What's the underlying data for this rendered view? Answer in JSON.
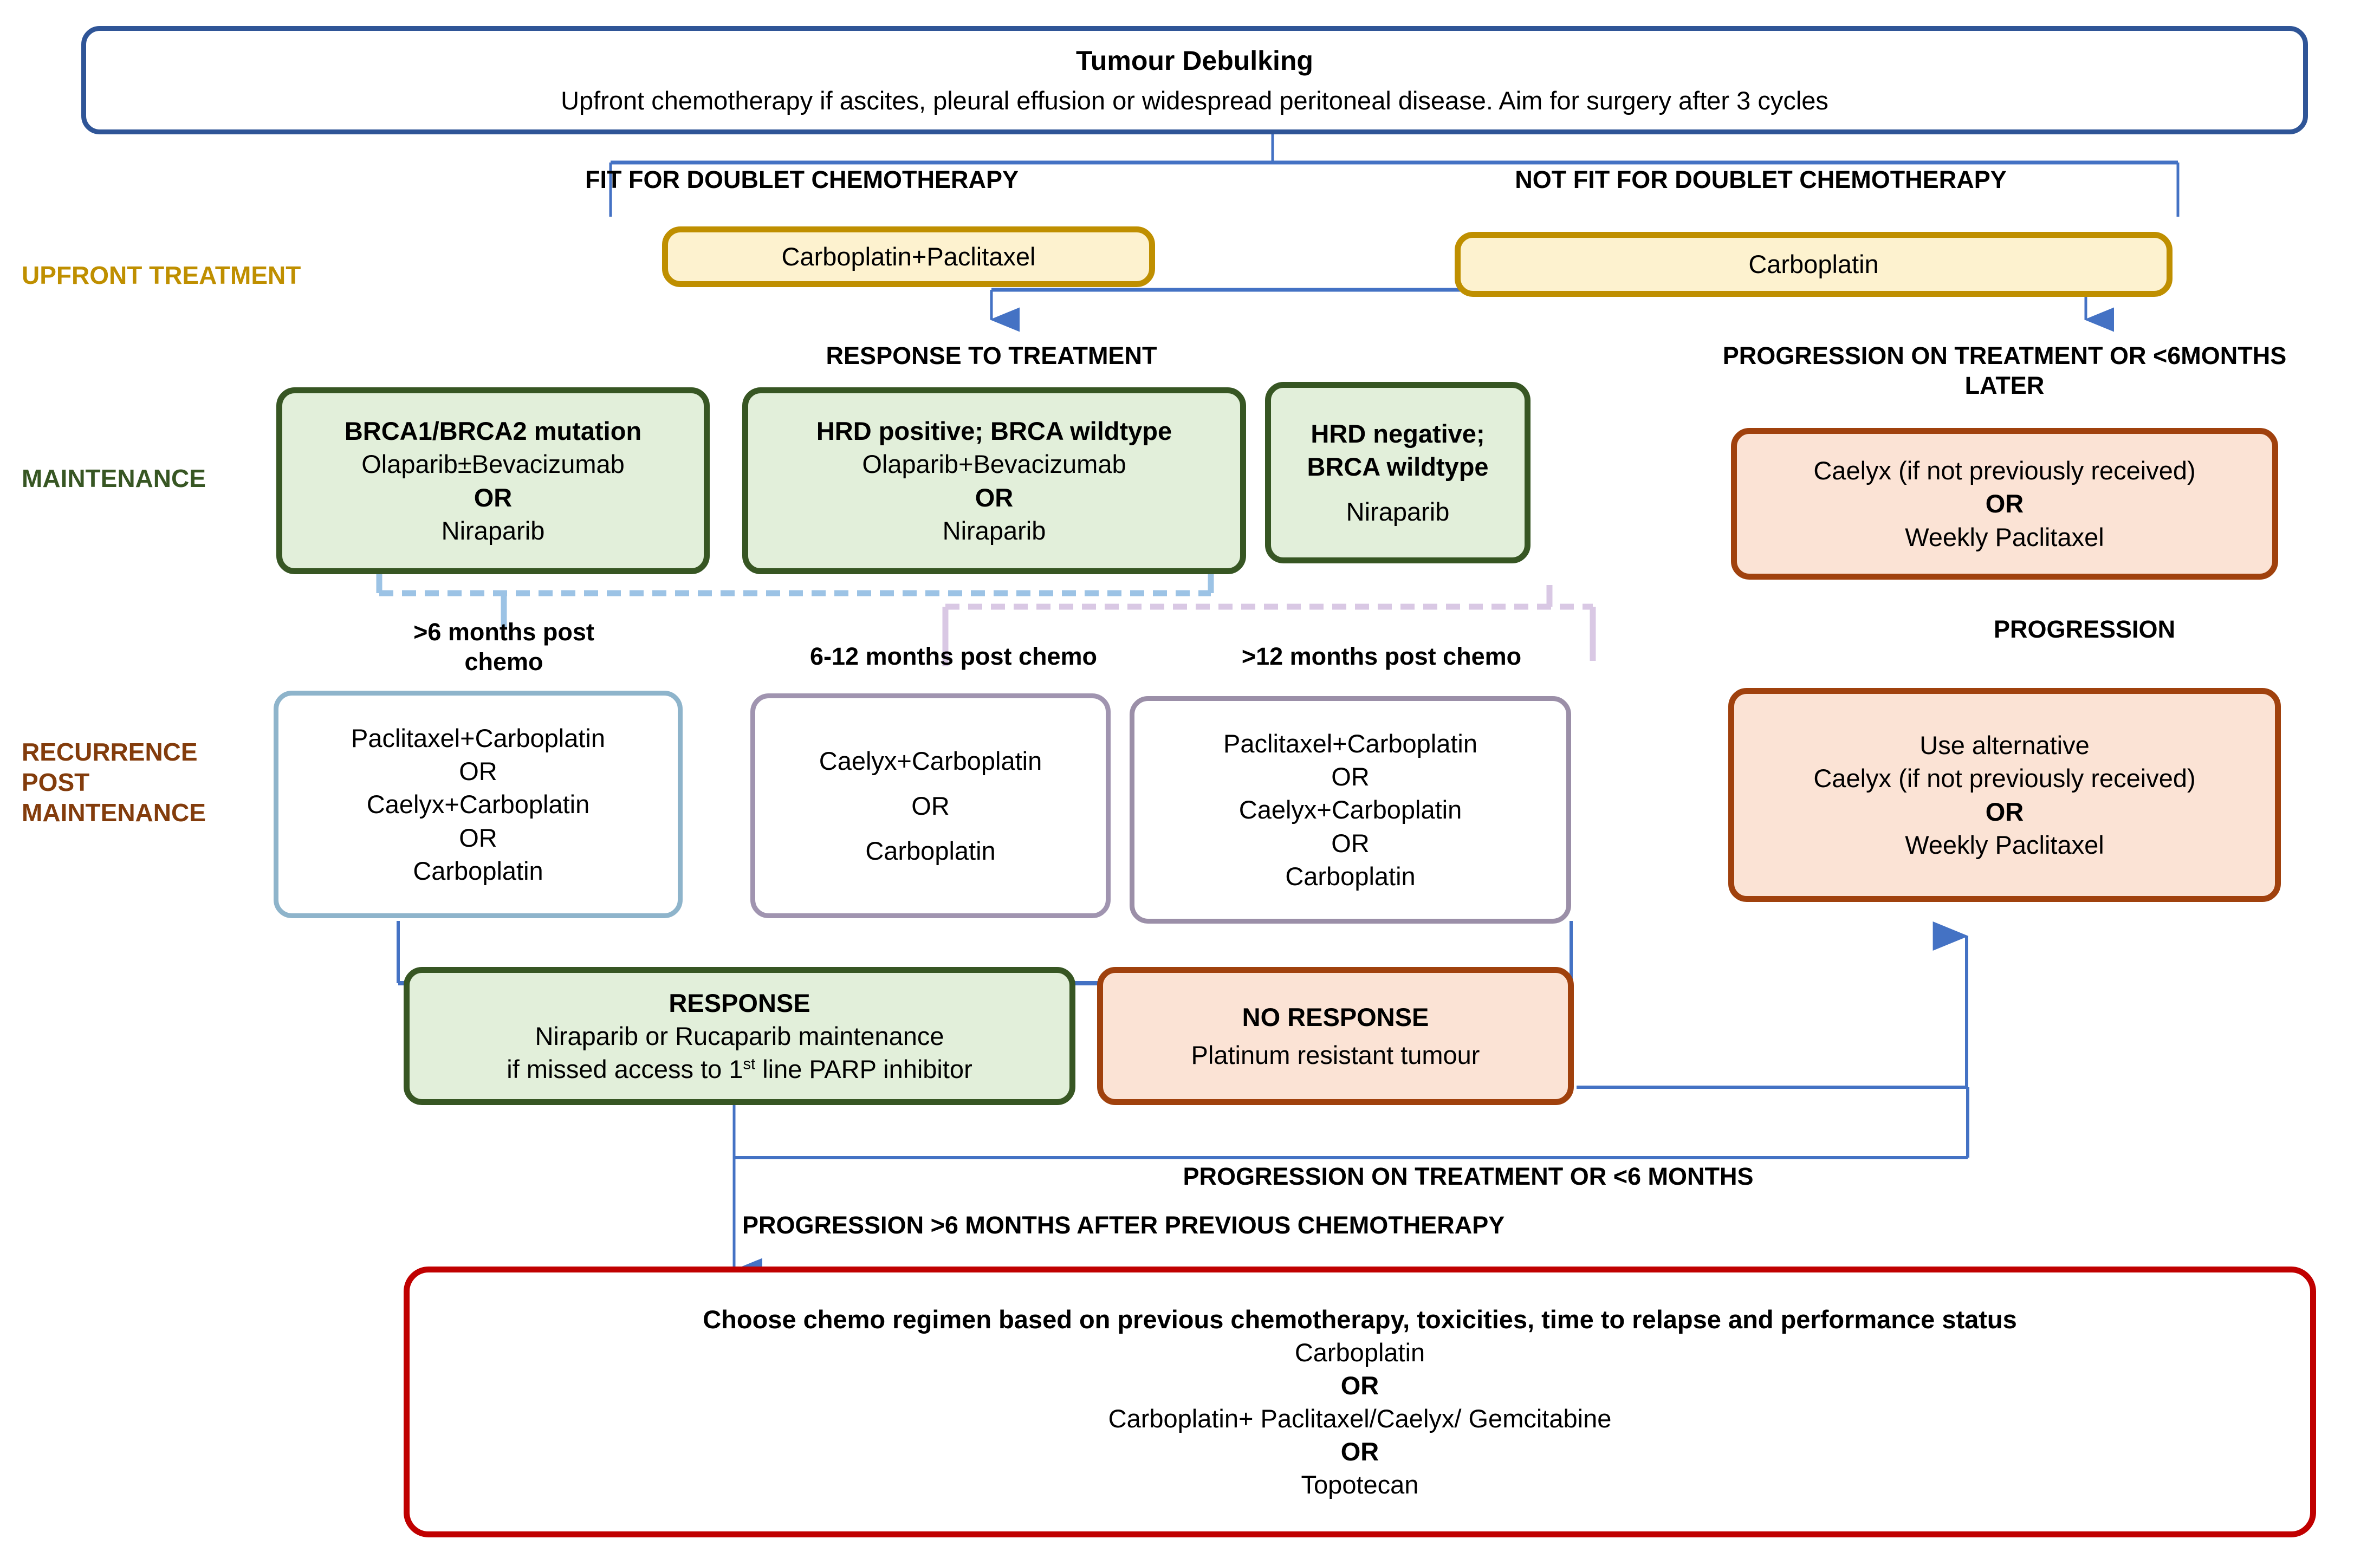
{
  "diagram": {
    "title": "Ovarian cancer systemic treatment pathway",
    "colors": {
      "navy": "#2f5597",
      "gold": "#bf8f00",
      "green": "#375623",
      "green_fill": "#e2efda",
      "peach_border": "#a0410d",
      "peach_fill": "#fbe3d5",
      "red": "#c00000",
      "arrow_blue": "#4472c4",
      "steel": "#8eb4cb",
      "mauve": "#a094b0",
      "recurrence_brown": "#833c0c"
    }
  },
  "row_labels": {
    "upfront": "UPFRONT TREATMENT",
    "maintenance": "MAINTENANCE",
    "recurrence": "RECURRENCE\nPOST\nMAINTENANCE"
  },
  "top": {
    "title": "Tumour Debulking",
    "subtitle": "Upfront chemotherapy if ascites, pleural effusion or widespread peritoneal disease.  Aim for surgery after 3 cycles"
  },
  "branch_labels": {
    "fit": "FIT FOR DOUBLET CHEMOTHERAPY",
    "not_fit": "NOT FIT FOR DOUBLET CHEMOTHERAPY"
  },
  "upfront_boxes": [
    {
      "id": "carbo-paclitaxel",
      "text": "Carboplatin+Paclitaxel"
    },
    {
      "id": "carboplatin",
      "text": "Carboplatin"
    }
  ],
  "outcome_labels": {
    "response": "RESPONSE TO TREATMENT",
    "progression": "PROGRESSION ON TREATMENT OR <6MONTHS\nLATER"
  },
  "maintenance_boxes": [
    {
      "id": "brca-mutation",
      "heading": "BRCA1/BRCA2 mutation",
      "lines": [
        "Olaparib±Bevacizumab",
        "OR",
        "Niraparib"
      ],
      "bold_lines": [
        false,
        true,
        false
      ]
    },
    {
      "id": "hrd-positive",
      "heading": "HRD positive; BRCA wildtype",
      "lines": [
        "Olaparib+Bevacizumab",
        "OR",
        "Niraparib"
      ],
      "bold_lines": [
        false,
        true,
        false
      ]
    },
    {
      "id": "hrd-negative",
      "heading": "HRD negative;\nBRCA wildtype",
      "lines": [
        "Niraparib"
      ],
      "bold_lines": [
        false
      ]
    }
  ],
  "platinum_resistant_box": {
    "id": "caelyx-or-weekly-paclitaxel",
    "lines": [
      "Caelyx (if not previously received)",
      "OR",
      "Weekly Paclitaxel"
    ],
    "bold_lines": [
      false,
      true,
      false
    ]
  },
  "progression_label": "PROGRESSION",
  "alternative_box": {
    "id": "use-alternative",
    "lines": [
      "Use alternative",
      "Caelyx (if not previously received)",
      "OR",
      "Weekly Paclitaxel"
    ],
    "bold_lines": [
      false,
      false,
      true,
      false
    ]
  },
  "interval_labels": [
    {
      "id": "gt6",
      "text": ">6 months post\nchemo"
    },
    {
      "id": "6to12",
      "text": "6-12 months post chemo"
    },
    {
      "id": "gt12",
      "text": ">12 months post chemo"
    }
  ],
  "recurrence_boxes": [
    {
      "id": "recurrence-gt6",
      "lines": [
        "Paclitaxel+Carboplatin",
        "OR",
        "Caelyx+Carboplatin",
        "OR",
        "Carboplatin"
      ]
    },
    {
      "id": "recurrence-6to12",
      "lines": [
        "Caelyx+Carboplatin",
        "OR",
        "Carboplatin"
      ]
    },
    {
      "id": "recurrence-gt12",
      "lines": [
        "Paclitaxel+Carboplatin",
        "OR",
        "Caelyx+Carboplatin",
        "OR",
        "Carboplatin"
      ]
    }
  ],
  "response_box": {
    "id": "response",
    "heading": "RESPONSE",
    "line1": "Niraparib or Rucaparib maintenance",
    "line2_pre": "if missed access to 1",
    "line2_sup": "st",
    "line2_post": " line PARP inhibitor"
  },
  "no_response_box": {
    "id": "no-response",
    "heading": "NO RESPONSE",
    "line1": "Platinum resistant tumour"
  },
  "bottom_edge_labels": {
    "progression_short": "PROGRESSION ON TREATMENT OR <6 MONTHS",
    "progression_long": "PROGRESSION >6 MONTHS AFTER PREVIOUS CHEMOTHERAPY"
  },
  "final_box": {
    "id": "final-regimen",
    "heading": "Choose chemo regimen based on previous chemotherapy, toxicities, time to relapse and performance status",
    "lines": [
      "Carboplatin",
      "OR",
      "Carboplatin+ Paclitaxel/Caelyx/ Gemcitabine",
      "OR",
      "Topotecan"
    ],
    "bold_lines": [
      false,
      true,
      false,
      true,
      false
    ]
  }
}
